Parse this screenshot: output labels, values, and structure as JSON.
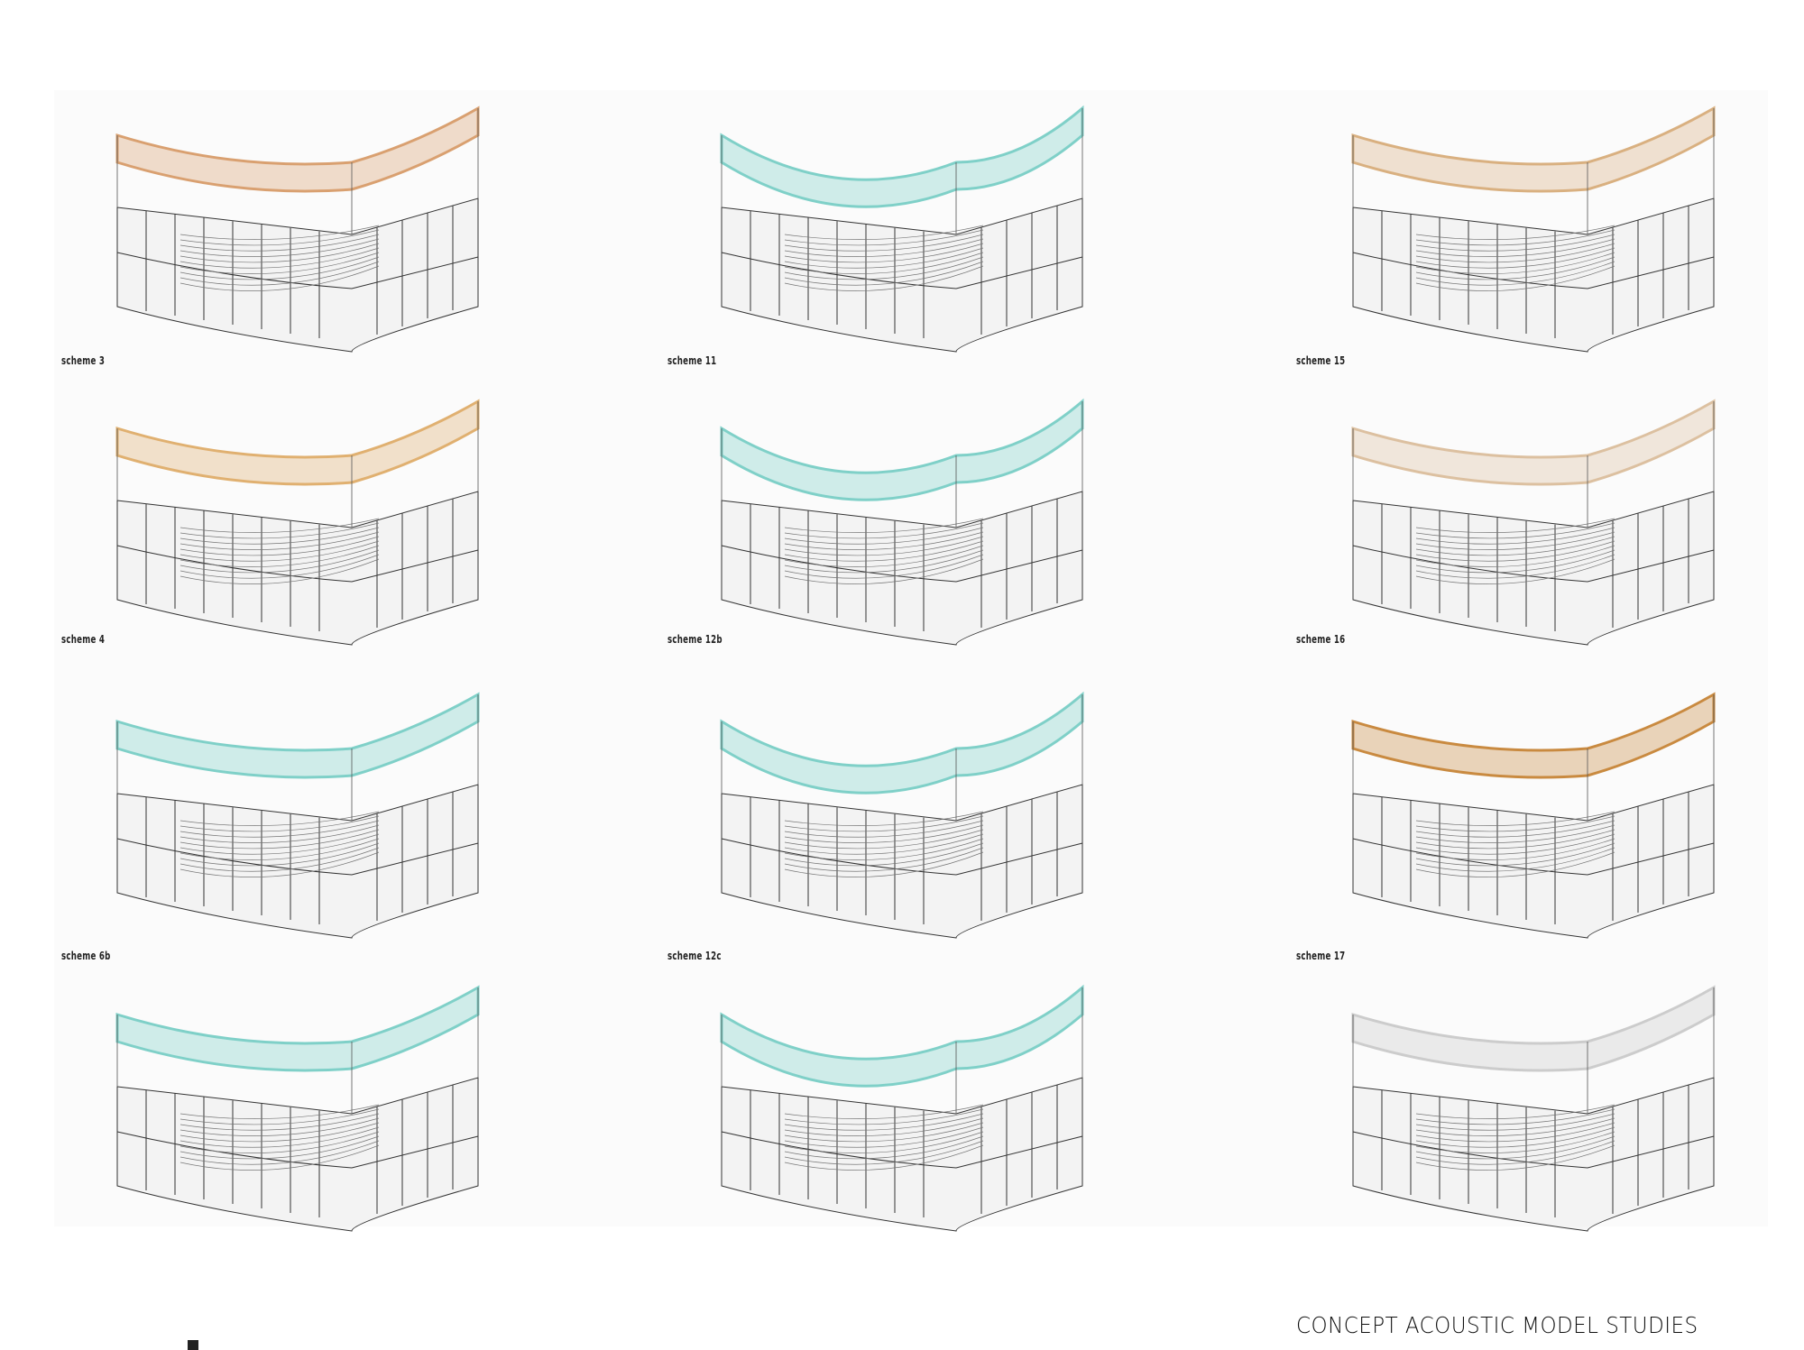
{
  "title": "CONCEPT ACOUSTIC MODEL STUDIES",
  "schemes": [
    {
      "label": "scheme 3",
      "roof": "#d9a070"
    },
    {
      "label": "scheme 11",
      "roof": "#7fd0c8"
    },
    {
      "label": "scheme 15",
      "roof": "#d9b080"
    },
    {
      "label": "scheme 4",
      "roof": "#e0b070"
    },
    {
      "label": "scheme 12b",
      "roof": "#7fd0c8"
    },
    {
      "label": "scheme 16",
      "roof": "#dcc0a0"
    },
    {
      "label": "scheme 6b",
      "roof": "#7fd0c8"
    },
    {
      "label": "scheme 12c",
      "roof": "#7fd0c8"
    },
    {
      "label": "scheme 17",
      "roof": "#c98a40"
    },
    {
      "label": "",
      "roof": "#7fd0c8"
    },
    {
      "label": "",
      "roof": "#7fd0c8"
    },
    {
      "label": "",
      "roof": "#cccccc"
    }
  ]
}
